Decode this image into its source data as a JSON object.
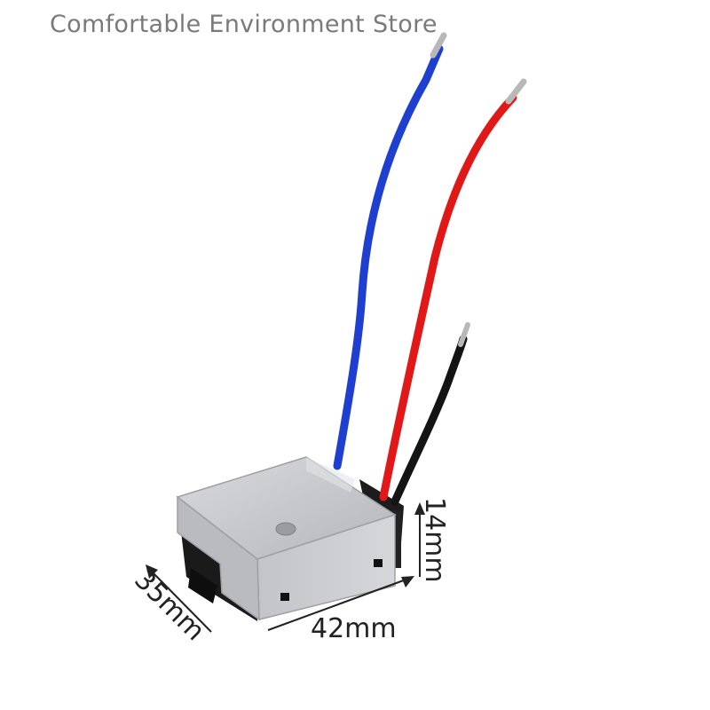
{
  "store": {
    "name": "Comfortable Environment Store"
  },
  "product": {
    "wire_colors": {
      "blue": "#1f3fd0",
      "red": "#e01818",
      "black": "#141414"
    },
    "housing_color": "#c9cbcf",
    "base_color": "#1a1a1a"
  },
  "dimensions": {
    "height_label": "14mm",
    "width_label": "42mm",
    "depth_label": "35mm"
  }
}
